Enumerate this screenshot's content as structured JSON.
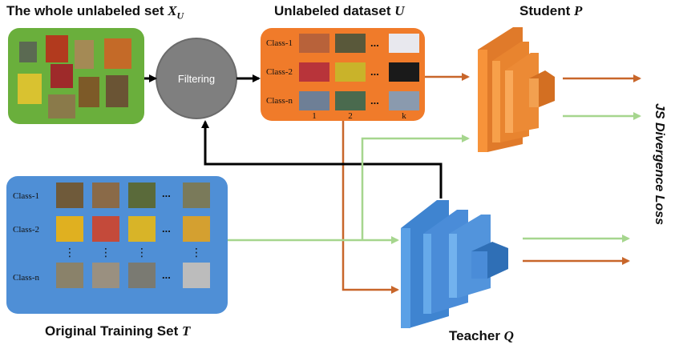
{
  "titles": {
    "unlabeled_set_prefix": "The whole unlabeled set ",
    "unlabeled_set_var": "X",
    "unlabeled_set_sub": "U",
    "unlabeled_dataset_prefix": "Unlabeled dataset ",
    "unlabeled_dataset_var": "U",
    "student_prefix": "Student ",
    "student_var": "P",
    "teacher_prefix": "Teacher ",
    "teacher_var": "Q",
    "training_set_prefix": "Original Training Set ",
    "training_set_var": "T",
    "loss": "JS Divergence Loss"
  },
  "filter_node": {
    "label": "Filtering"
  },
  "unlabeled_dataset": {
    "rows": [
      "Class-1",
      "Class-2",
      "Class-n"
    ],
    "columns": [
      "1",
      "2",
      "k"
    ],
    "ellipsis": "..."
  },
  "training_set": {
    "rows": [
      "Class-1",
      "Class-2",
      "Class-n"
    ],
    "ellipsis": "...",
    "vdots": "⋮"
  },
  "colors": {
    "green_panel": "#6aaf3c",
    "orange_panel": "#f07b2a",
    "blue_panel": "#4f8fd6",
    "filter_circle": "#7f7f7f",
    "student": "#f7933a",
    "teacher": "#5aa0e6",
    "arrow_orange": "#c8662a",
    "arrow_green": "#a6d68e",
    "arrow_black": "#000000"
  }
}
